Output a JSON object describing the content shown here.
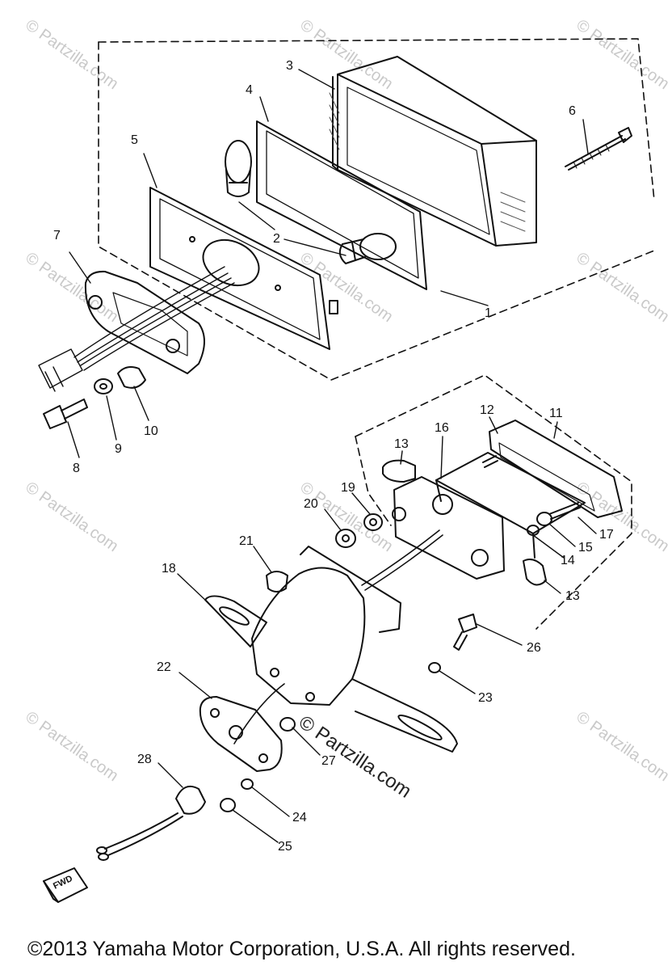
{
  "diagram": {
    "callouts": [
      "1",
      "2",
      "3",
      "4",
      "5",
      "6",
      "7",
      "8",
      "9",
      "10",
      "11",
      "12",
      "13",
      "13",
      "14",
      "15",
      "16",
      "17",
      "18",
      "19",
      "20",
      "21",
      "22",
      "23",
      "24",
      "25",
      "26",
      "27",
      "28"
    ],
    "fwd_label": "FWD"
  },
  "watermark": "© Partzilla.com",
  "watermark_center": "© Partzilla.com",
  "footer": {
    "copyright": "©2013  Yamaha Motor Corporation, U.S.A. All rights reserved."
  }
}
